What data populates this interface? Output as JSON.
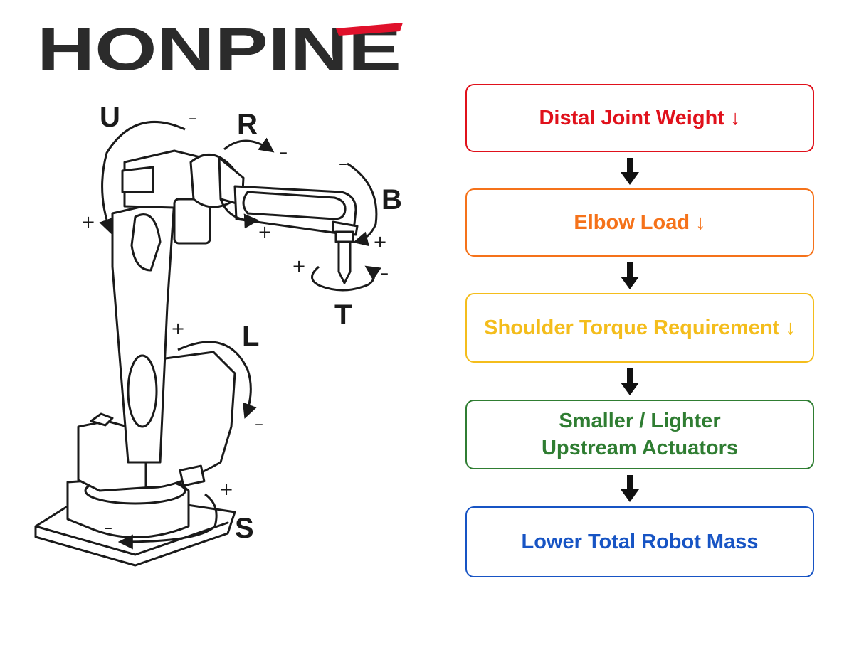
{
  "logo": {
    "text": "HONPINE",
    "color": "#2b2b2b",
    "accent_color": "#e0112b"
  },
  "robot_axes": {
    "S": {
      "label": "S",
      "plus": "+",
      "minus": "–"
    },
    "L": {
      "label": "L",
      "plus": "+",
      "minus": "–"
    },
    "U": {
      "label": "U",
      "plus": "+",
      "minus": "–"
    },
    "R": {
      "label": "R",
      "plus": "+",
      "minus": "–"
    },
    "B": {
      "label": "B",
      "plus": "+",
      "minus": "–"
    },
    "T": {
      "label": "T",
      "plus": "+",
      "minus": "–"
    }
  },
  "flow": {
    "boxes": [
      {
        "text": "Distal Joint Weight ↓",
        "color": "#e0111b"
      },
      {
        "text": "Elbow Load ↓",
        "color": "#f5721a"
      },
      {
        "text": "Shoulder Torque Requirement ↓",
        "color": "#f4bd1c"
      },
      {
        "text": "Smaller / Lighter\nUpstream Actuators",
        "color": "#2f7d32"
      },
      {
        "text": "Lower Total Robot Mass",
        "color": "#1754c4"
      }
    ],
    "arrow_color": "#111111"
  }
}
